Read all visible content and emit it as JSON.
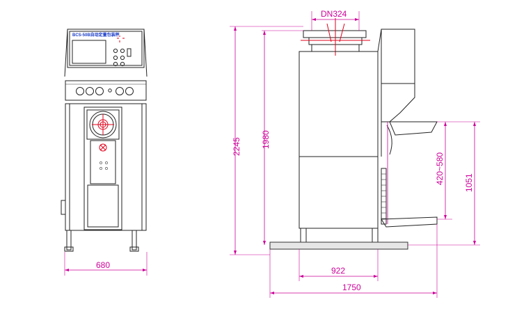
{
  "front_view": {
    "model_label": "BCS-50B自动定量包装秤",
    "width_dimension": "680"
  },
  "side_view": {
    "inlet_dimension": "DN324",
    "total_height": "2245",
    "body_height": "1980",
    "adjustable_height": "420~580",
    "platform_height": "1051",
    "base_width": "922",
    "total_length": "1750"
  },
  "colors": {
    "dimension": "#cc0099",
    "model_text": "#1a3cc9",
    "accent_red": "#e0001a",
    "line": "#222222"
  }
}
